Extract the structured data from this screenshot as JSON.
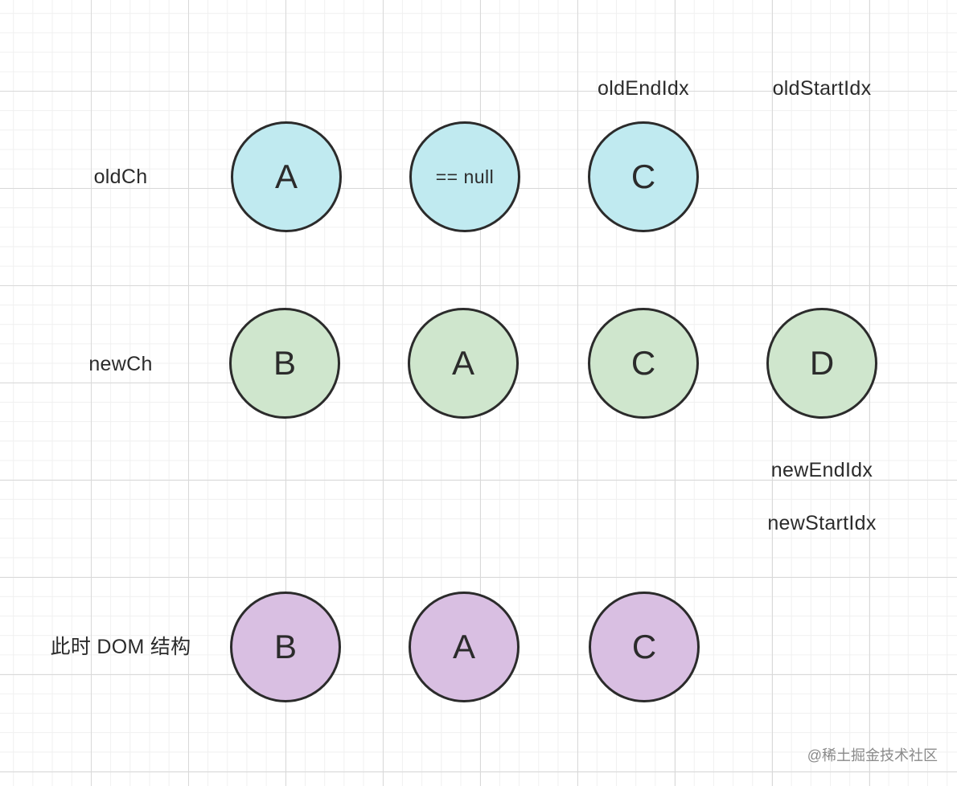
{
  "rows": {
    "old": {
      "label": "oldCh",
      "nodes": [
        "A",
        "== null",
        "C"
      ]
    },
    "new": {
      "label": "newCh",
      "nodes": [
        "B",
        "A",
        "C",
        "D"
      ]
    },
    "dom": {
      "label": "此时 DOM 结构",
      "nodes": [
        "B",
        "A",
        "C"
      ]
    }
  },
  "pointers": {
    "old_end": "oldEndIdx",
    "old_start": "oldStartIdx",
    "new_end": "newEndIdx",
    "new_start": "newStartIdx"
  },
  "colors": {
    "old_fill": "#c0eaf0",
    "new_fill": "#cfe6cd",
    "dom_fill": "#d9bfe2",
    "stroke": "#2b2b2b"
  },
  "watermark": "@稀土掘金技术社区"
}
